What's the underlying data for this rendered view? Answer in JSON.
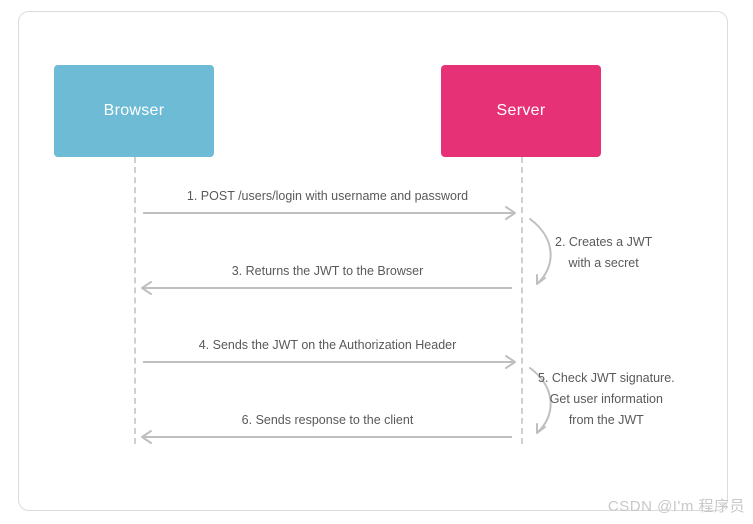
{
  "diagram": {
    "title": "JWT authentication sequence",
    "participants": [
      {
        "id": "browser",
        "label": "Browser",
        "color": "#6dbbd5"
      },
      {
        "id": "server",
        "label": "Server",
        "color": "#e73177"
      }
    ],
    "messages": [
      {
        "number": "1",
        "text": "1. POST /users/login with username and password",
        "from": "browser",
        "to": "server",
        "direction": "right"
      },
      {
        "number": "3",
        "text": "3. Returns the JWT to the Browser",
        "from": "server",
        "to": "browser",
        "direction": "left"
      },
      {
        "number": "4",
        "text": "4. Sends the JWT on the Authorization Header",
        "from": "browser",
        "to": "server",
        "direction": "right"
      },
      {
        "number": "6",
        "text": "6. Sends response to the client",
        "from": "server",
        "to": "browser",
        "direction": "left"
      }
    ],
    "self_calls": [
      {
        "number": "2",
        "on": "server",
        "lines": [
          "2. Creates a JWT",
          "with a secret"
        ]
      },
      {
        "number": "5",
        "on": "server",
        "lines": [
          "5. Check JWT signature.",
          "Get user information",
          "from the JWT"
        ]
      }
    ],
    "line_color": "#bfbfbf",
    "lifeline_color": "#cfcfcf",
    "text_color": "#595959"
  },
  "watermark": {
    "text": "CSDN @I'm 程序员"
  }
}
